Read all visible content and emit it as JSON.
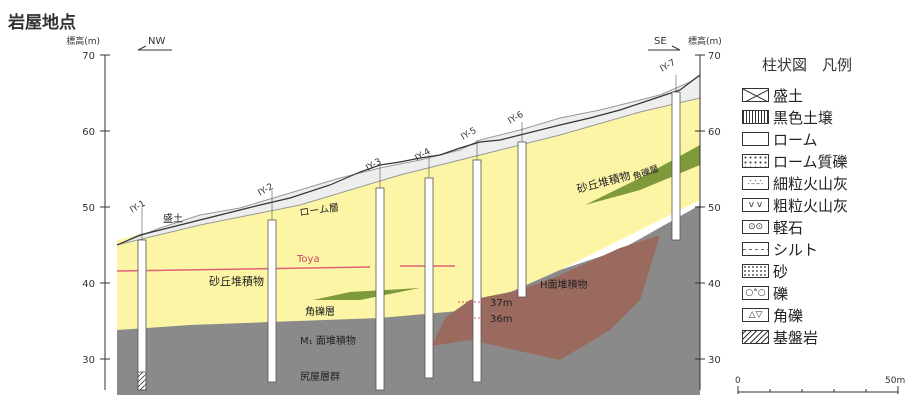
{
  "title": "岩屋地点",
  "axis": {
    "label_left": "標高(m)",
    "label_right": "標高(m)",
    "ticks": [
      "70",
      "60",
      "50",
      "40",
      "30"
    ]
  },
  "direction": {
    "left": "NW",
    "right": "SE"
  },
  "boreholes": [
    "IY-1",
    "IY-2",
    "IY-3",
    "IY-4",
    "IY-5",
    "IY-6",
    "IY-7"
  ],
  "layer_labels": {
    "fill": "盛土",
    "loam": "ローム層",
    "dune_left": "砂丘堆積物",
    "dune_right": "砂丘堆積物",
    "toya": "Toya",
    "angular_gravel_left": "角礫層",
    "angular_gravel_right": "角礫層",
    "m1": "M₁ 面堆積物",
    "h": "H面堆積物",
    "basement": "尻屋層群",
    "depth_37": "37m",
    "depth_36": "36m"
  },
  "legend": {
    "title": "柱状図　凡例",
    "items": [
      {
        "label": "盛土",
        "symbol": "cross-box-icon"
      },
      {
        "label": "黒色土壌",
        "symbol": "vertical-lines-icon"
      },
      {
        "label": "ローム",
        "symbol": "blank-box-icon"
      },
      {
        "label": "ローム質礫",
        "symbol": "dotted-gravel-icon"
      },
      {
        "label": "細粒火山灰",
        "symbol": "fine-ash-icon"
      },
      {
        "label": "粗粒火山灰",
        "symbol": "coarse-ash-icon"
      },
      {
        "label": "軽石",
        "symbol": "pumice-icon"
      },
      {
        "label": "シルト",
        "symbol": "silt-dash-icon"
      },
      {
        "label": "砂",
        "symbol": "sand-dots-icon"
      },
      {
        "label": "礫",
        "symbol": "gravel-circles-icon"
      },
      {
        "label": "角礫",
        "symbol": "angular-gravel-icon"
      },
      {
        "label": "基盤岩",
        "symbol": "hatch-icon"
      }
    ]
  },
  "scale": {
    "start": "0",
    "end": "50m"
  },
  "colors": {
    "dune": "#fbf5a5",
    "loam": "#eeeeee",
    "m1": "#8fd5c5",
    "h": "#9a6a5e",
    "basement": "#8a8a8a",
    "angular_gravel": "#7e9a3a",
    "toya_line": "#e0607a"
  }
}
